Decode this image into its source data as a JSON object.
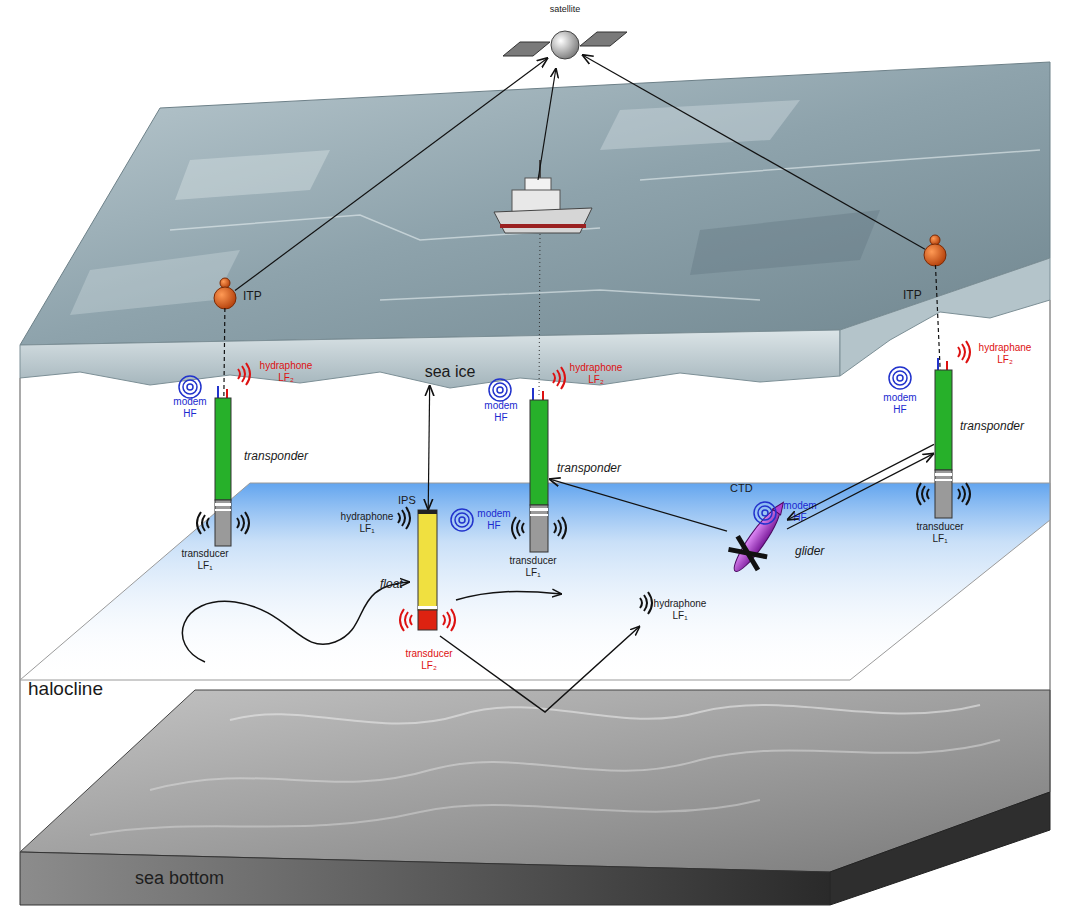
{
  "diagram": {
    "nodes": [
      {
        "text": [
          "satellite"
        ]
      },
      {
        "text": [
          "sea ice"
        ]
      },
      {
        "text": [
          "ITP"
        ]
      },
      {
        "text": [
          "ITP"
        ]
      },
      {
        "text": [
          "transponder"
        ]
      },
      {
        "text": [
          "transponder"
        ]
      },
      {
        "text": [
          "transponder"
        ]
      },
      {
        "text": [
          "float"
        ]
      },
      {
        "text": [
          "glider"
        ]
      }
    ],
    "edges": [
      {
        "from": 2,
        "to": 0,
        "arrow": "to"
      },
      {
        "from": 3,
        "to": 0,
        "arrow": "to"
      },
      {
        "from": 2,
        "to": 4,
        "arrow": "none"
      },
      {
        "from": 3,
        "to": 6,
        "arrow": "none"
      },
      {
        "from": 1,
        "to": 7,
        "arrow": "both"
      },
      {
        "from": 8,
        "to": 5,
        "arrow": "to"
      },
      {
        "from": 8,
        "to": 6,
        "arrow": "to"
      },
      {
        "from": 6,
        "to": 8,
        "arrow": "to"
      }
    ],
    "labels": [
      "modem HF",
      "hydraphone LF₂",
      "transducer LF₁",
      "modem HF",
      "hydraphone LF₂",
      "transducer LF₁",
      "modem HF",
      "hydraphane LF₂",
      "transducer LF₁",
      "IPS",
      "hydraphone LF₁",
      "modem HF",
      "transducer LF₂",
      "CTD",
      "modem HF",
      "hydraphone LF₁",
      "halocline",
      "sea bottom"
    ]
  }
}
